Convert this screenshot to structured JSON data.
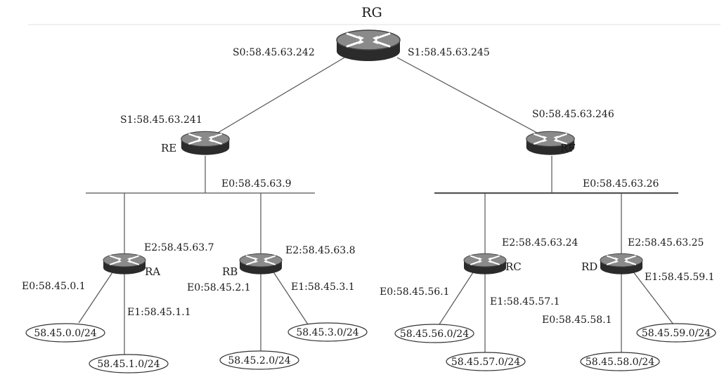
{
  "routers": {
    "RG": {
      "name": "RG",
      "s0": "S0:58.45.63.242",
      "s1": "S1:58.45.63.245"
    },
    "RE": {
      "name": "RE",
      "s1": "S1:58.45.63.241",
      "e0": "E0:58.45.63.9"
    },
    "RF": {
      "name": "RF",
      "s0": "S0:58.45.63.246",
      "e0": "E0:58.45.63.26"
    },
    "RA": {
      "name": "RA",
      "e2": "E2:58.45.63.7",
      "e0": "E0:58.45.0.1",
      "e1": "E1:58.45.1.1"
    },
    "RB": {
      "name": "RB",
      "e2": "E2:58.45.63.8",
      "e0": "E0:58.45.2.1",
      "e1": "E1:58.45.3.1"
    },
    "RC": {
      "name": "RC",
      "e2": "E2:58.45.63.24",
      "e0": "E0:58.45.56.1",
      "e1": "E1:58.45.57.1"
    },
    "RD": {
      "name": "RD",
      "e2": "E2:58.45.63.25",
      "e0": "E0:58.45.58.1",
      "e1": "E1:58.45.59.1"
    }
  },
  "networks": {
    "n0": "58.45.0.0/24",
    "n1": "58.45.1.0/24",
    "n2": "58.45.2.0/24",
    "n3": "58.45.3.0/24",
    "n56": "58.45.56.0/24",
    "n57": "58.45.57.0/24",
    "n58": "58.45.58.0/24",
    "n59": "58.45.59.0/24"
  },
  "colors": {
    "line": "#555555",
    "router_top": "#8a8a8a",
    "router_body": "#2b2b2b",
    "arrow": "#ffffff"
  }
}
